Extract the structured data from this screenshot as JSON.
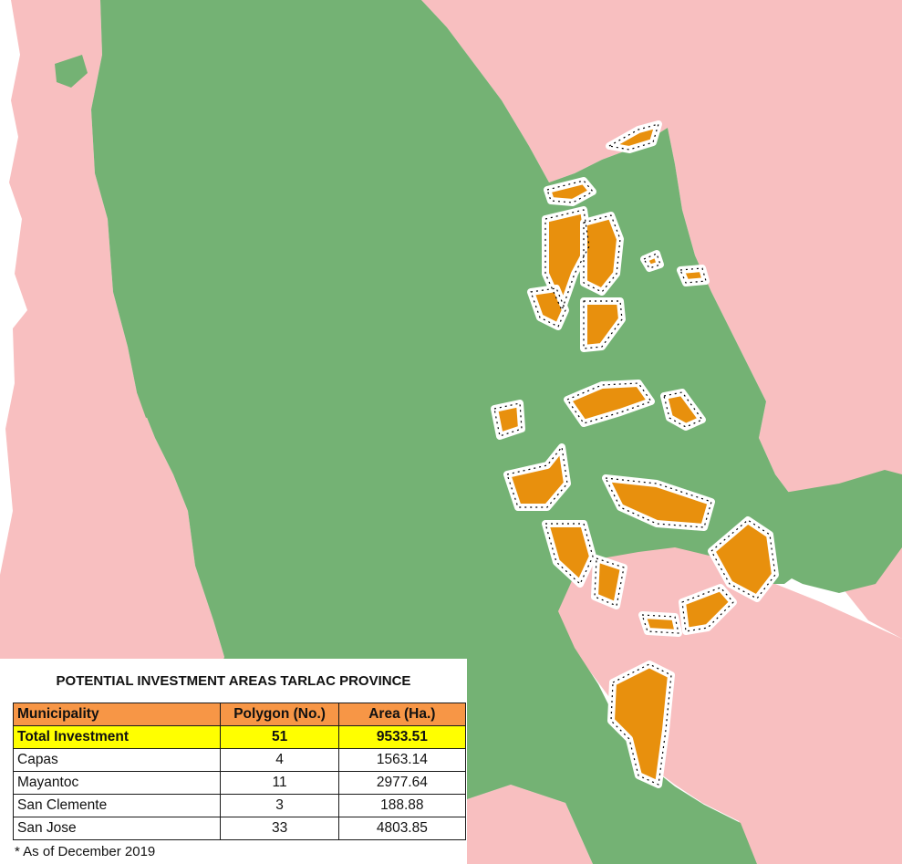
{
  "map": {
    "colors": {
      "background": "#ffffff",
      "province_fill": "#74b274",
      "surrounding_fill": "#f8bfc0",
      "investment_fill": "#e8900d",
      "boundary_marker_fill": "#ffffff",
      "boundary_marker_stroke": "#000000"
    }
  },
  "legend_table": {
    "title": "POTENTIAL INVESTMENT AREAS TARLAC PROVINCE",
    "header_color": "#f79646",
    "total_row_color": "#ffff00",
    "columns": [
      "Municipality",
      "Polygon (No.)",
      "Area (Ha.)"
    ],
    "total": {
      "label": "Total Investment",
      "polygons": "51",
      "area": "9533.51"
    },
    "rows": [
      {
        "municipality": "Capas",
        "polygons": "4",
        "area": "1563.14"
      },
      {
        "municipality": "Mayantoc",
        "polygons": "11",
        "area": "2977.64"
      },
      {
        "municipality": "San Clemente",
        "polygons": "3",
        "area": "188.88"
      },
      {
        "municipality": "San Jose",
        "polygons": "33",
        "area": "4803.85"
      }
    ],
    "footnote": "* As of December 2019"
  }
}
